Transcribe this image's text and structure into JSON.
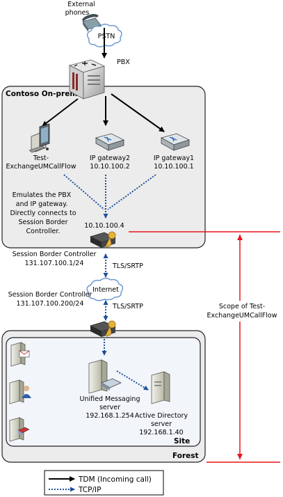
{
  "labels": {
    "external_phones": [
      "External",
      "phones"
    ],
    "pstn": "PSTN",
    "pbx": "PBX",
    "contoso": "Contoso On-premises",
    "test_tool": [
      "Test-",
      "ExchangeUMCallFlow"
    ],
    "ip_gateway2": [
      "IP gateway2",
      "10.10.100.2"
    ],
    "ip_gateway1": [
      "IP gateway1",
      "10.10.100.1"
    ],
    "emulates_note": [
      "Emulates the PBX",
      "and IP gateway.",
      "Directly connects to",
      "Session Border",
      "Controller."
    ],
    "sbc_ip_internal": "10.10.100.4",
    "sbc1": [
      "Session Border Controller",
      "131.107.100.1/24"
    ],
    "tls1": "TLS/SRTP",
    "internet": "Internet",
    "tls2": "TLS/SRTP",
    "sbc2": [
      "Session Border Controller",
      "131.107.100.200/24"
    ],
    "scope": [
      "Scope of Test-",
      "ExchangeUMCallFlow"
    ],
    "um_server": [
      "Unified Messaging",
      "server",
      "192.168.1.254"
    ],
    "ad_server": [
      "Active Directory",
      "server",
      "192.168.1.40"
    ],
    "site": "Site",
    "forest": "Forest"
  },
  "legend": {
    "tdm": "TDM (Incoming call)",
    "tcpip": "TCP/IP"
  },
  "colors": {
    "tdm_line": "#000000",
    "tcpip_line": "#1f4e9c",
    "scope_line": "#e8141c",
    "region_fill": "#ececec",
    "site_fill": "#f2f5fa",
    "region_stroke": "#222222",
    "cloud_stroke": "#6d9ad1",
    "key_gold": "#e7b23a"
  },
  "icons": {
    "phone": "phone-icon",
    "cloud": "cloud-icon",
    "pbx": "pbx-switch-icon",
    "computer": "computer-icon",
    "gateway": "ip-gateway-icon",
    "sbc": "session-border-controller-icon",
    "server": "server-icon"
  }
}
